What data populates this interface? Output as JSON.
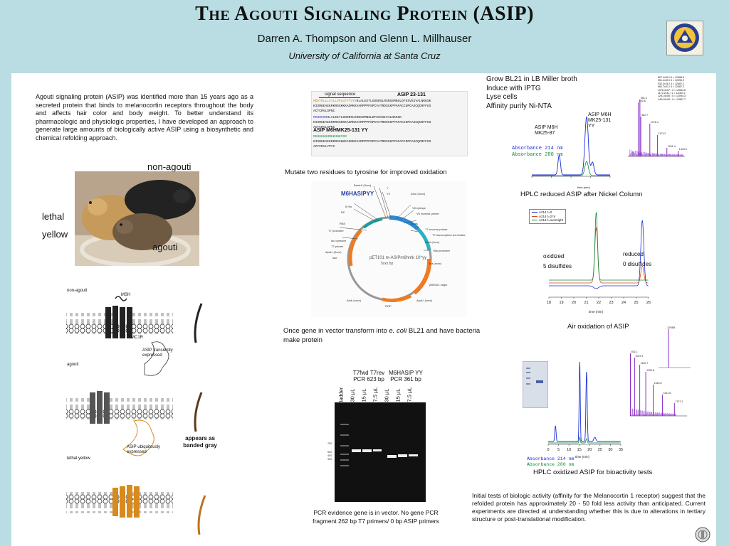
{
  "header": {
    "title": "The Agouti Signaling Protein (ASIP)",
    "authors": "Darren A. Thompson and Glenn L. Millhauser",
    "affiliation": "University of California at Santa Cruz"
  },
  "intro": {
    "text": "Agouti signaling protein (ASIP) was identified more than 15 years ago as a secreted protein that binds to melanocortin receptors throughout the body and affects hair color and body weight. To better understand its pharmacologic and physiologic properties, I have developed an approach to generate large amounts of biologically active ASIP using a biosynthetic and chemical refolding approach."
  },
  "mice": {
    "non_agouti": "non-agouti",
    "lethal": "lethal",
    "yellow": "yellow",
    "agouti": "agouti"
  },
  "receptor_figure": {
    "non_agouti": "non-agouti",
    "msh": "MSH",
    "mc1r": "MC1R",
    "asip_transient": "ASIP transiently expressed",
    "agouti": "agouti",
    "asip_ubiquitous": "ASIP ubiquitously expressed",
    "lethal_yellow": "lethal yellow",
    "appears_gray": "appears as banded gray"
  },
  "sequence_figure": {
    "signal_sequence": "signal sequence",
    "asip_23_131": "ASIP 23-131",
    "asip_m6hmk": "ASIP M6HMK25-131 YY",
    "seq1a": "MDVTRLLLATLLVFLCFFTVYS",
    "seq1b": "HLALEETLGDDRSLRSNSSMNSLDFSSVSIVALNKKSK",
    "seq2": "KISRKEAEKRKRSSKKKASMKKVARPPPPSPCVATRDSCKPPAPACCDPCASCQCRFFGS",
    "seq3": "ACTCRVLSPNC",
    "seq4a": "MHHHHHH",
    "seq4b": "HLALEETLGDDRSLRSNSSMNSLDFSSVSIVALNKKSK",
    "seq5": "KISRKEAEKRKRSSKKKASMKKVARPPPPSPCVATRDSCKPPAPACCDPCASCQCRFFGS",
    "seq6": "ACTCRVLSPNC",
    "seq7": "MGHHHHHHMKKHNKISR",
    "seq8": "KISRKEAEKRKRSSKKKASMKKVARPPPPSPCVATRDSCKPPAPACCDPCASCQCRFFGS",
    "seq9": "ACTCRVLYPYC",
    "caption": "Mutate two residues to tyrosine for improved oxidation"
  },
  "plasmid": {
    "center_label": "pET101 m-ASIPm6hmk 10^yy",
    "size": "5xxx bp",
    "insert": "M6HASIPYY",
    "labels": [
      "BamHI (3xxx)",
      "Y",
      "Y/I",
      "AhoI (3xxx)",
      "6 His",
      "V5 epitope",
      "EK",
      "V5 reverse primer",
      "RBS",
      "6xHis",
      "T7 promoter",
      "T7 reverse primer",
      "lac operator",
      "T7 transcription terminator",
      "T7 primer",
      "NcoI (4xxx)",
      "ApaLI (4xxx)",
      "Bla promoter",
      "lacI",
      "bla (xxxx)",
      "ROP",
      "pBR322 origin",
      "ApaLI (xxxx)",
      "AhdI (xxxx)"
    ],
    "caption_pre": "Once gene in vector transform into ",
    "caption_italic": "e. coli",
    "caption_post": " BL21 and have bacteria make protein"
  },
  "gel": {
    "col1_title": "T7fwd T7rev",
    "col1_sub": "PCR 623 bp",
    "col2_title": "M6HASIP YY",
    "col2_sub": "PCR 361 bp",
    "lanes": [
      "ladder",
      "30 µL",
      "15 µL",
      "7.5 µL",
      "30 µL",
      "15 µL",
      "7.5 µL"
    ],
    "ladder_marks": [
      "750",
      "500",
      "400",
      "300"
    ],
    "caption": "PCR evidence gene is in vector. No gene PCR fragment 262 bp T7 primers/  0 bp ASIP primers"
  },
  "hplc_reduced": {
    "steps": [
      "Grow BL21 in LB Miller broth",
      "Induce with IPTG",
      "Lyse cells",
      "Affinity purify Ni-NTA"
    ],
    "peak1_line1": "ASIP M6H",
    "peak1_line2": "MK25-87",
    "peak2_line1": "ASIP M6H",
    "peak2_line2": "MK25-131 YY",
    "abs214": "Absorbance 214 nm",
    "abs280": "Absorbance 280 nm",
    "xlabel": "time (min)",
    "caption": "HPLC reduced ASIP after Nickel Column",
    "ms_table": [
      "807.4±05 / 6 = 12088.8",
      "951.4±05 / 5 = 12090.0",
      "932.3±16 / 4 = 12087.2",
      "962.7±03 / 3 = 12087.2",
      "1076.4±07 / 2 = 12084.6",
      "1173.2±11 / 1 = 12087.2",
      "1291.4±05 / 0 = 12094.3",
      "1434.9±09 / 9 = 12087.7"
    ],
    "ms_peaks": [
      "951.4",
      "932.6",
      "962.7",
      "1076.4",
      "1173.2",
      "1291.4",
      "1434.9"
    ]
  },
  "oxidation": {
    "legend": [
      "A214 t=0",
      "A214 t=2 hr",
      "A214 t=overnight"
    ],
    "reduced_l1": "reduced",
    "reduced_l2": "0 disulfides",
    "oxidized_l1": "oxidized",
    "oxidized_l2": "5 disulfides",
    "xticks": [
      "18",
      "19",
      "20",
      "21",
      "22",
      "23",
      "24",
      "25",
      "26"
    ],
    "xlabel": "time (min)",
    "caption": "Air oxidation of ASIP"
  },
  "hplc_oxidized": {
    "ms_peak": "12085",
    "ms_peaks": [
      "932.1",
      "1007.5",
      "1100.7",
      "1209.8",
      "1343.6",
      "1511.6",
      "1727.1"
    ],
    "xticks": [
      "0",
      "5",
      "10",
      "15",
      "20",
      "25",
      "30",
      "35"
    ],
    "xlabel": "time (min)",
    "abs214": "Absorbance 214 nm",
    "abs280": "Absorbance 280 nm",
    "caption": "HPLC oxidized ASIP for bioactivity tests"
  },
  "conclusion": {
    "text": "Initial tests of biologic activity (affinity for the Melanocortin 1 receptor) suggest that the refolded protein has approximately 20 - 50 fold less activity than anticipated. Current experiments are directed at understanding whether this is due to alterations in tertiary structure or post-translational modification."
  },
  "colors": {
    "background": "#b9dde2",
    "abs214": "#1a2fd6",
    "abs280": "#0c8a3b",
    "spectrum": "#8a2bc9"
  }
}
